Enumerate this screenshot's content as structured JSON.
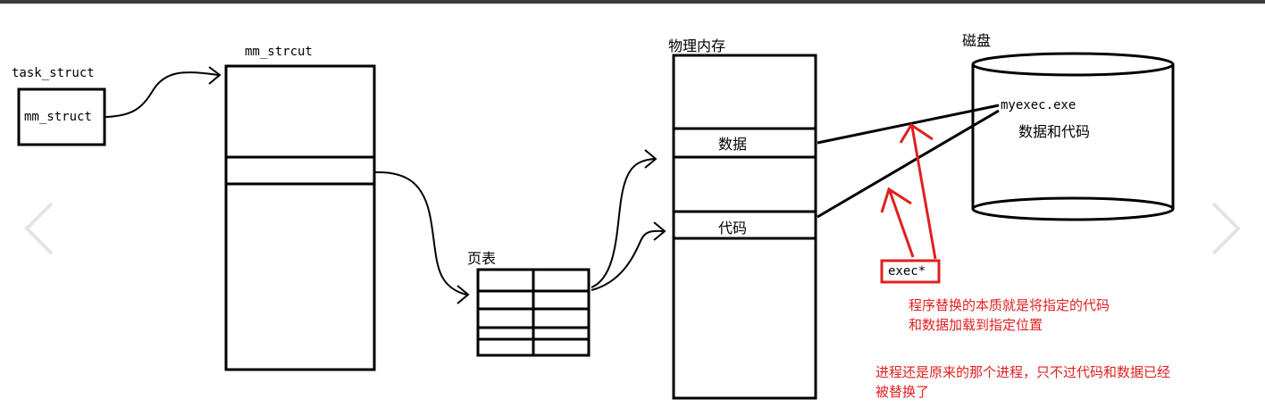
{
  "labels": {
    "task_struct": "task_struct",
    "mm_struct_field": "mm_struct",
    "mm_strcut": "mm_strcut",
    "page_table": "页表",
    "physical_memory": "物理内存",
    "data_block": "数据",
    "code_block": "代码",
    "disk": "磁盘",
    "disk_file": "myexec.exe",
    "disk_content": "数据和代码",
    "exec_call": "exec*"
  },
  "notes": {
    "essence_line1": "程序替换的本质就是将指定的代码",
    "essence_line2": "和数据加载到指定位置",
    "process_line1": "进程还是原来的那个进程，只不过代码和数据已经",
    "process_line2": "被替换了"
  },
  "colors": {
    "stroke": "#000000",
    "annotation": "#e02020",
    "topbar": "#3a3a3a",
    "nav_arrow": "#e4e4e4"
  },
  "icons": {
    "prev": "chevron-left-icon",
    "next": "chevron-right-icon"
  }
}
